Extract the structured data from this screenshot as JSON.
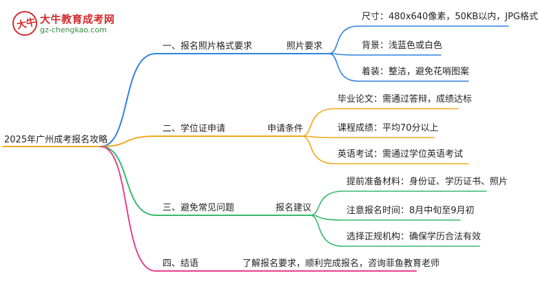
{
  "logo": {
    "mark_text": "大牛",
    "name": "大牛教育成考网",
    "url": "gz-chengkao.com"
  },
  "colors": {
    "blue": "#2f7fe0",
    "orange": "#f2a71b",
    "green": "#35b86a",
    "pink": "#ea3d8a"
  },
  "root": "2025年广州成考报名攻略",
  "branches": [
    {
      "label": "一、报名照片格式要求",
      "sub": "照片要求",
      "color": "#2f7fe0",
      "leaves": [
        "尺寸：480x640像素，50KB以内，JPG格式",
        "背景：浅蓝色或白色",
        "着装：整洁，避免花哨图案"
      ]
    },
    {
      "label": "二、学位证申请",
      "sub": "申请条件",
      "color": "#f2a71b",
      "leaves": [
        "毕业论文：需通过答辩，成绩达标",
        "课程成绩：平均70分以上",
        "英语考试：需通过学位英语考试"
      ]
    },
    {
      "label": "三、避免常见问题",
      "sub": "报名建议",
      "color": "#35b86a",
      "leaves": [
        "提前准备材料：身份证、学历证书、照片",
        "注意报名时间：8月中旬至9月初",
        "选择正规机构：确保学历合法有效"
      ]
    },
    {
      "label": "四、结语",
      "sub": "了解报名要求，顺利完成报名，咨询菲鱼教育老师",
      "color": "#ea3d8a",
      "leaves": []
    }
  ]
}
